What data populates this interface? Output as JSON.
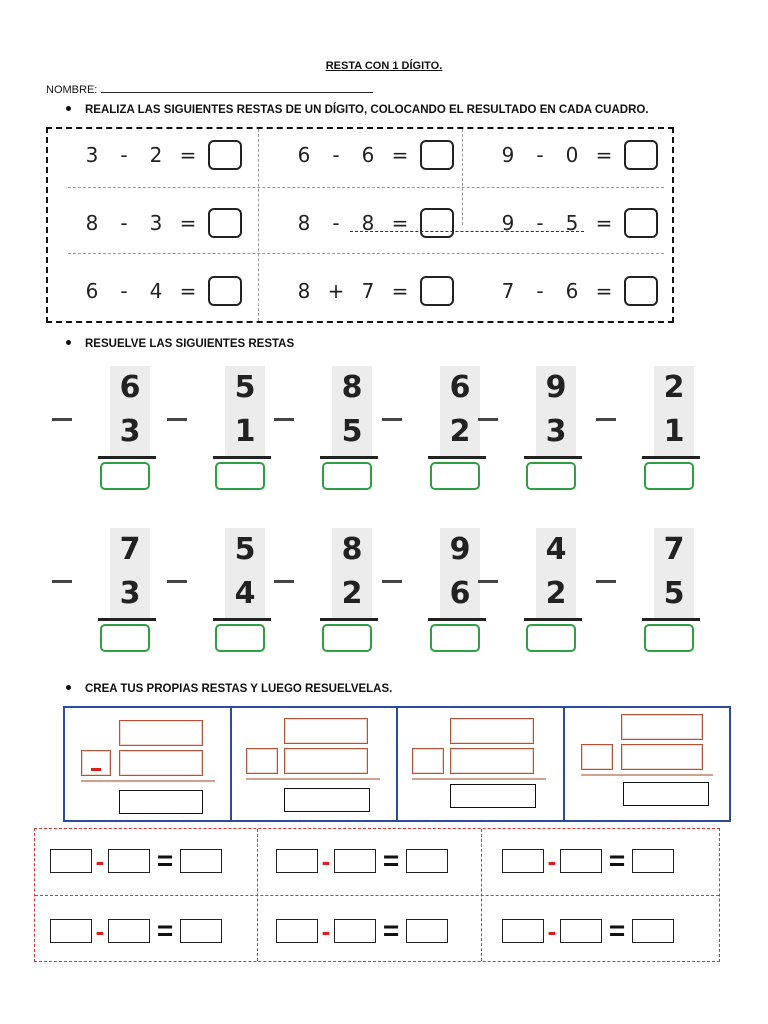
{
  "title": "RESTA CON 1 DÍGITO.",
  "name_label": "NOMBRE:",
  "instructions": [
    "REALIZA LAS SIGUIENTES RESTAS DE UN DÍGITO, COLOCANDO EL RESULTADO EN CADA CUADRO.",
    "RESUELVE LAS SIGUIENTES RESTAS",
    "CREA TUS PROPIAS RESTAS Y LUEGO RESUELVELAS."
  ],
  "horizontal": [
    [
      {
        "a": "3",
        "op": "-",
        "b": "2"
      },
      {
        "a": "6",
        "op": "-",
        "b": "6"
      },
      {
        "a": "9",
        "op": "-",
        "b": "0"
      }
    ],
    [
      {
        "a": "8",
        "op": "-",
        "b": "3"
      },
      {
        "a": "8",
        "op": "-",
        "b": "8"
      },
      {
        "a": "9",
        "op": "-",
        "b": "5"
      }
    ],
    [
      {
        "a": "6",
        "op": "-",
        "b": "4"
      },
      {
        "a": "8",
        "op": "+",
        "b": "7"
      },
      {
        "a": "7",
        "op": "-",
        "b": "6"
      }
    ]
  ],
  "equals_sign": "=",
  "vertical": [
    [
      {
        "top": "6",
        "bottom": "3"
      },
      {
        "top": "5",
        "bottom": "1"
      },
      {
        "top": "8",
        "bottom": "5"
      },
      {
        "top": "6",
        "bottom": "2"
      },
      {
        "top": "9",
        "bottom": "3"
      },
      {
        "top": "2",
        "bottom": "1"
      }
    ],
    [
      {
        "top": "7",
        "bottom": "3"
      },
      {
        "top": "5",
        "bottom": "4"
      },
      {
        "top": "8",
        "bottom": "2"
      },
      {
        "top": "9",
        "bottom": "6"
      },
      {
        "top": "4",
        "bottom": "2"
      },
      {
        "top": "7",
        "bottom": "5"
      }
    ]
  ],
  "blank_minus": "-",
  "blank_equals": "="
}
